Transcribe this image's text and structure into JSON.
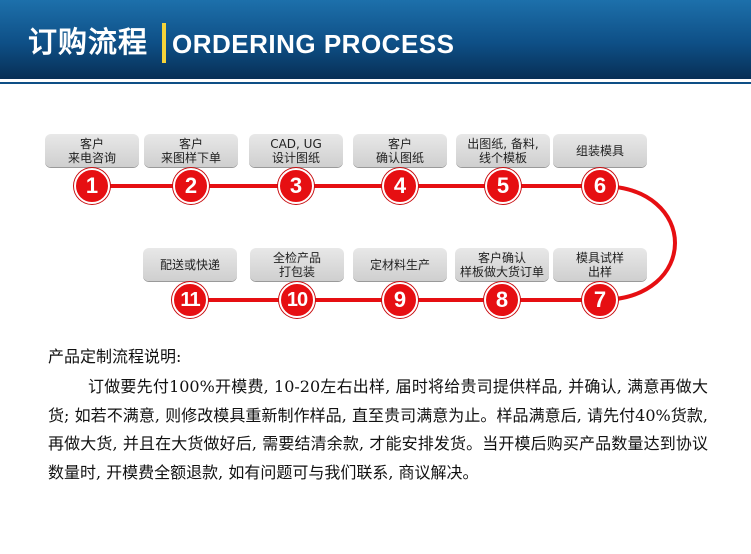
{
  "header": {
    "title_cn": "订购流程",
    "title_en": "ORDERING PROCESS"
  },
  "colors": {
    "header_blue": "#0e4f86",
    "separator_yellow": "#f5d33a",
    "track_red": "#e60f12",
    "box_gray": "#d9d9d9"
  },
  "steps": [
    {
      "number": "1",
      "label": "客户\n来电咨询"
    },
    {
      "number": "2",
      "label": "客户\n来图样下单"
    },
    {
      "number": "3",
      "label": "CAD, UG\n设计图纸"
    },
    {
      "number": "4",
      "label": "客户\n确认图纸"
    },
    {
      "number": "5",
      "label": "出图纸, 备料,\n线个模板"
    },
    {
      "number": "6",
      "label": "组装模具"
    },
    {
      "number": "7",
      "label": "模具试样\n出样"
    },
    {
      "number": "8",
      "label": "客户确认\n样板做大货订单"
    },
    {
      "number": "9",
      "label": "定材料生产"
    },
    {
      "number": "10",
      "label": "全检产品\n打包装"
    },
    {
      "number": "11",
      "label": "配送或快递"
    }
  ],
  "description": {
    "title": "产品定制流程说明:",
    "body": "订做要先付100%开模费, 10-20左右出样, 届时将给贵司提供样品, 并确认, 满意再做大货; 如若不满意, 则修改模具重新制作样品, 直至贵司满意为止。样品满意后, 请先付40%货款, 再做大货, 并且在大货做好后, 需要结清余款, 才能安排发货。当开模后购买产品数量达到协议数量时, 开模费全额退款, 如有问题可与我们联系, 商议解决。"
  }
}
